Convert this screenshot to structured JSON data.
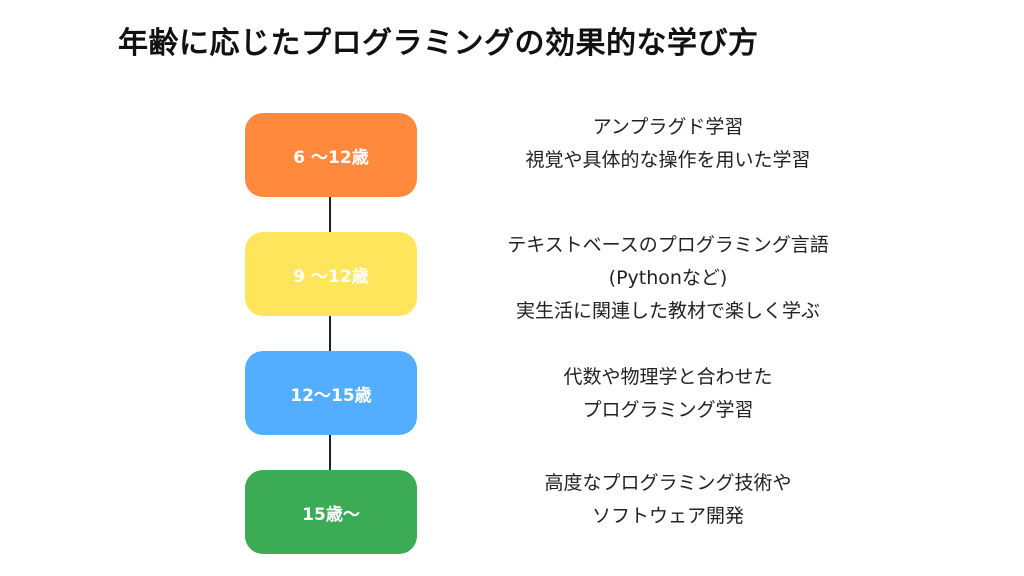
{
  "title": "年齢に応じたプログラミングの効果的な学び方",
  "stages": [
    {
      "label": "6 〜12歳",
      "color": "#FF8A3D",
      "lines": [
        "アンプラグド学習",
        "視覚や具体的な操作を用いた学習"
      ]
    },
    {
      "label": "9 〜12歳",
      "color": "#FFE55C",
      "lines": [
        "テキストベースのプログラミング言語",
        "(Pythonなど)",
        "実生活に関連した教材で楽しく学ぶ"
      ]
    },
    {
      "label": "12〜15歳",
      "color": "#53AEFF",
      "lines": [
        "代数や物理学と合わせた",
        "プログラミング学習"
      ]
    },
    {
      "label": "15歳〜",
      "color": "#3CAB55",
      "lines": [
        "高度なプログラミング技術や",
        "ソフトウェア開発"
      ]
    }
  ]
}
